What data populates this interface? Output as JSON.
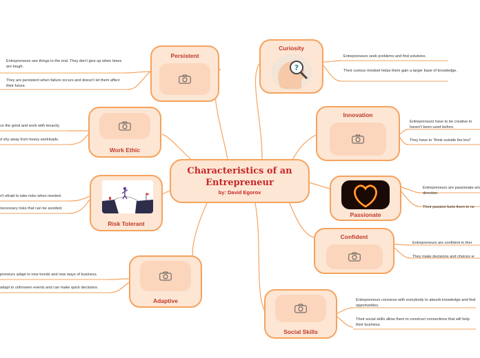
{
  "title": "Characteristics of an Entrepreneur",
  "subtitle": "by: David Egorov",
  "icons": {
    "image_placeholder": "camera-icon"
  },
  "colors": {
    "node_fill": "#fde6d4",
    "node_border": "#f5a25d",
    "title_red": "#c0392b",
    "line": "#f5a25d"
  },
  "nodes": {
    "persistent": {
      "label": "Persistent",
      "notes": [
        "Entrepreneurs see things to the end. They don't give up when times are tough.",
        "They are persistent when failure occurs and doesn't let them affect their future."
      ]
    },
    "work_ethic": {
      "label": "Work Ethic",
      "notes": [
        "ce the grind and work with tenacity.",
        "d shy away from heavy workloads."
      ]
    },
    "risk_tolerant": {
      "label": "Risk Tolerant",
      "notes": [
        "n't afraid to take risks when needed.",
        "necessary risks that can be avoided."
      ]
    },
    "adaptive": {
      "label": "Adaptive",
      "notes": [
        "preneurs adapt to new trends and new ways of business.",
        "adapt to unforseen events and can make quick decisions."
      ]
    },
    "curiosity": {
      "label": "Curiosity",
      "notes": [
        "Entrepreneurs seek problems and find solutions.",
        "Their curious mindset helps them gain a larger base of knowledge."
      ]
    },
    "innovation": {
      "label": "Innovation",
      "notes": [
        "Entrepreneurs have to be creative to haven't been used before.",
        "They have to \"think outside the box\""
      ]
    },
    "passionate": {
      "label": "Passionate",
      "notes": [
        "Entrepreneurs are passionate and direction.",
        "Their passion fuels them to ne"
      ]
    },
    "confident": {
      "label": "Confident",
      "notes": [
        "Entrepreneurs are confident in ther",
        "They make decisions and choices w"
      ]
    },
    "social_skills": {
      "label": "Social Skills",
      "notes": [
        "Entrepreneurs converse with everybody to absorb knowledge and find opportunities.",
        "Their social skills allow them to construct connections that will help their business."
      ]
    }
  }
}
